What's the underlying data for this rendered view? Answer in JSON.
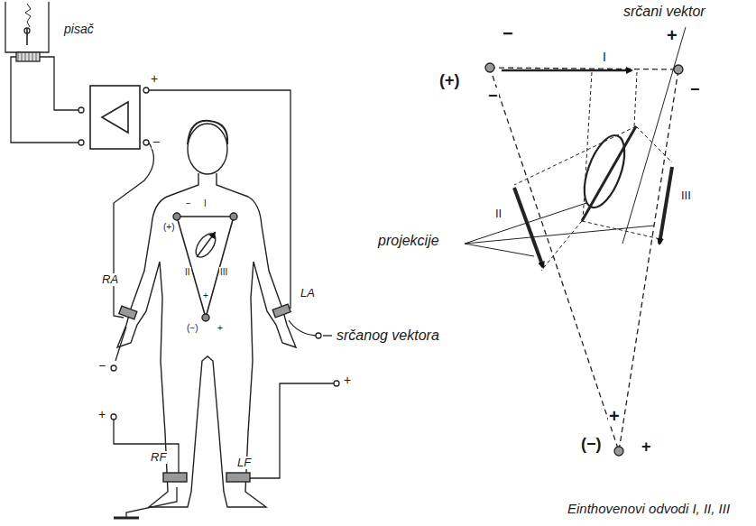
{
  "diagram": {
    "caption": "Einthovenovi odvodi I, II, III",
    "labels": [
      "pisač",
      "+",
      "−",
      "srčani vektor",
      "−",
      "I",
      "+",
      "(+)",
      "−",
      "−",
      "II",
      "III",
      "projekcije",
      "srčanog vektora",
      "+",
      "(−)",
      "+",
      "RA",
      "LA",
      "RF",
      "LF",
      "−",
      "I",
      "(+)",
      "II",
      "III",
      "+",
      "(−)",
      "+",
      "−",
      "+",
      "+"
    ]
  }
}
